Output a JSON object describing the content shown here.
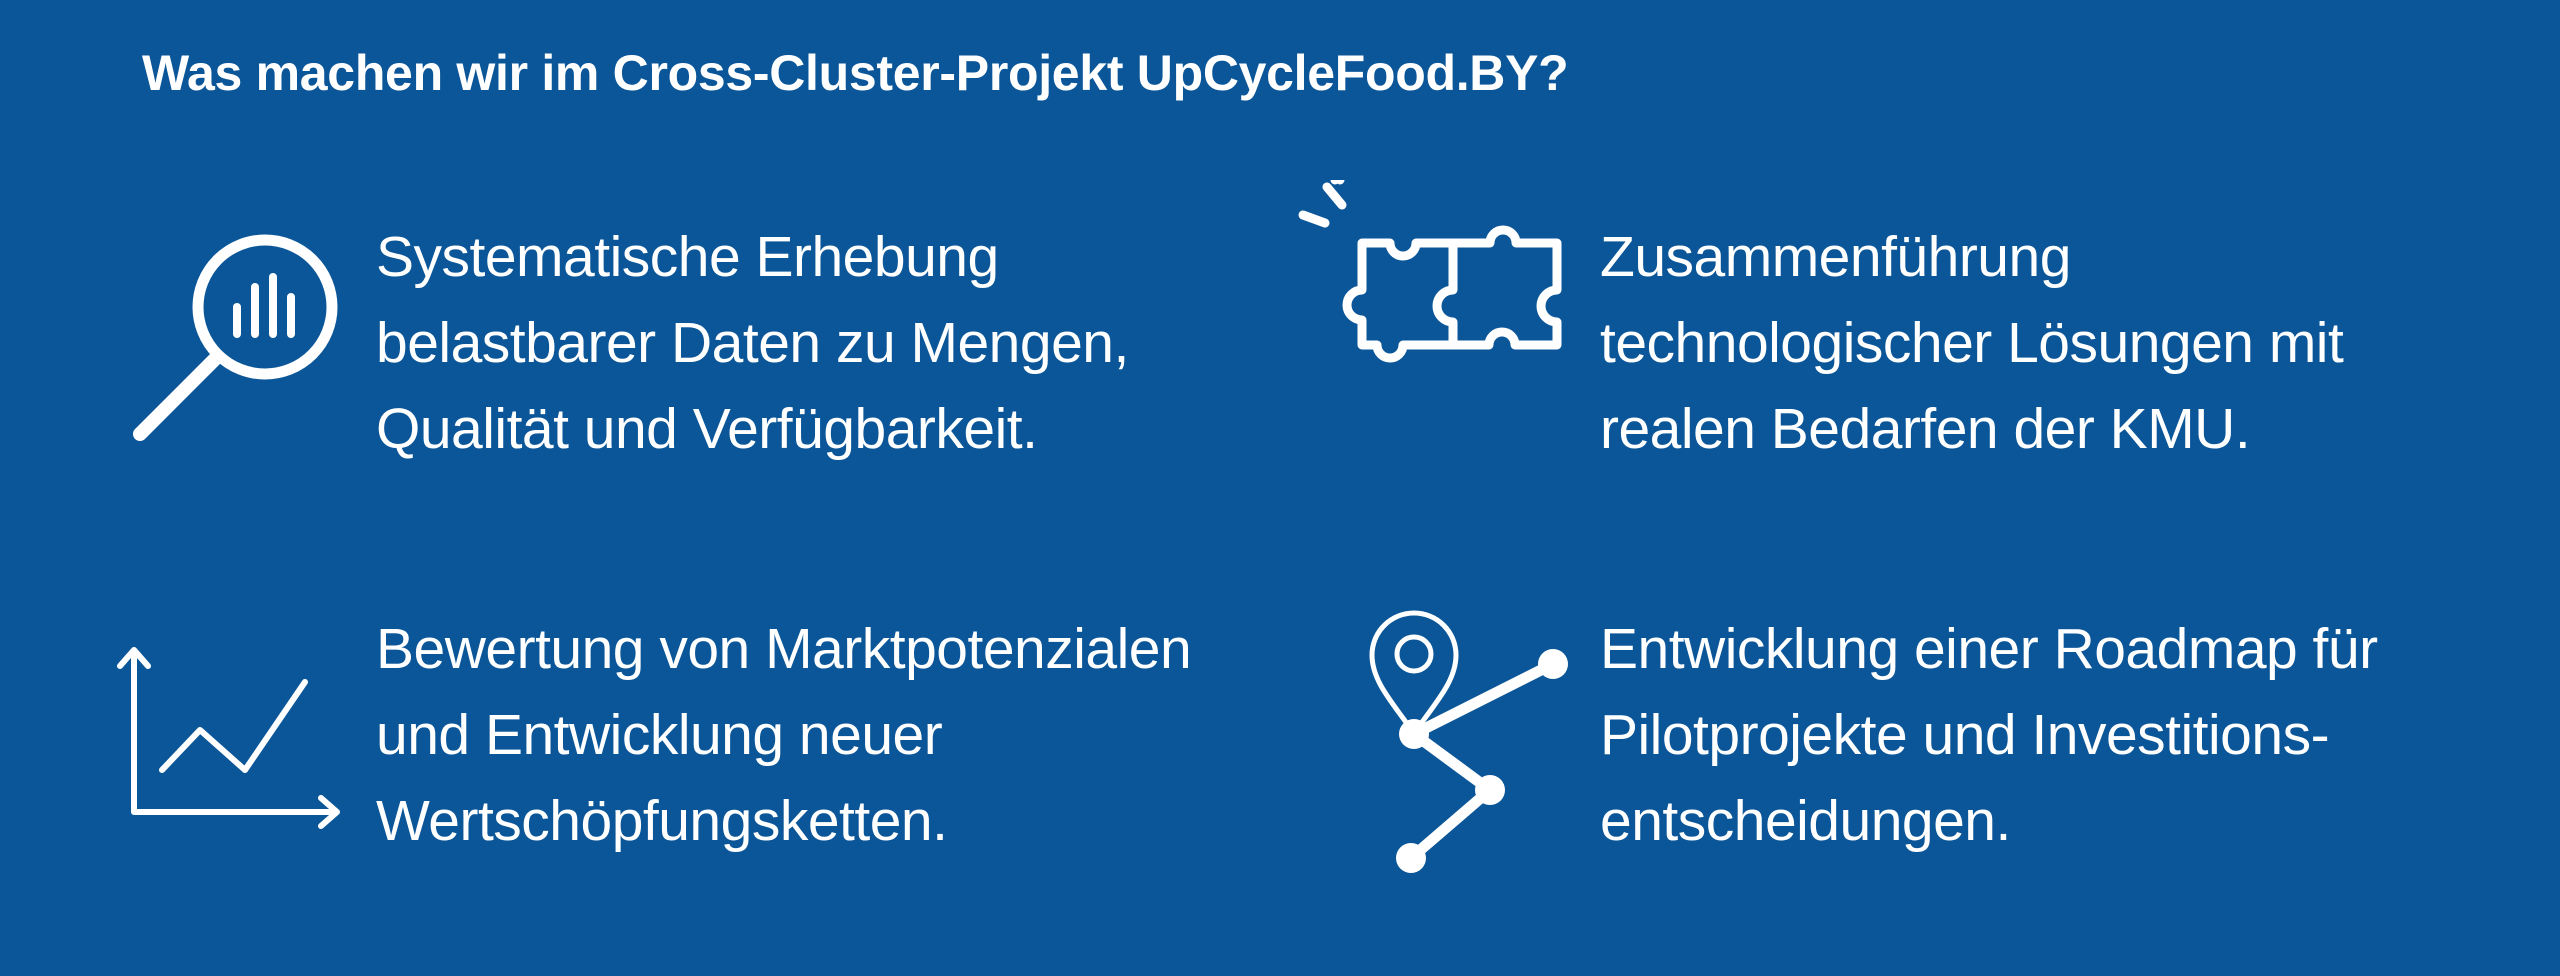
{
  "title": "Was machen wir im Cross-Cluster-Projekt UpCycleFood.BY?",
  "items": [
    {
      "icon": "magnifier-chart-icon",
      "lines": [
        "Systematische Erhebung",
        "belastbarer Daten zu Mengen,",
        "Qualität und Verfügbarkeit."
      ]
    },
    {
      "icon": "puzzle-icon",
      "lines": [
        "Zusammenführung",
        "technologischer Lösungen mit",
        "realen Bedarfen der KMU."
      ]
    },
    {
      "icon": "line-chart-icon",
      "lines": [
        "Bewertung von Marktpotenzialen",
        "und Entwicklung neuer",
        "Wertschöpfungsketten."
      ]
    },
    {
      "icon": "roadmap-icon",
      "lines": [
        "Entwicklung einer Roadmap für",
        "Pilotprojekte und Investitions-",
        "entscheidungen."
      ]
    }
  ],
  "colors": {
    "background": "#0b5698",
    "foreground": "#ffffff"
  }
}
